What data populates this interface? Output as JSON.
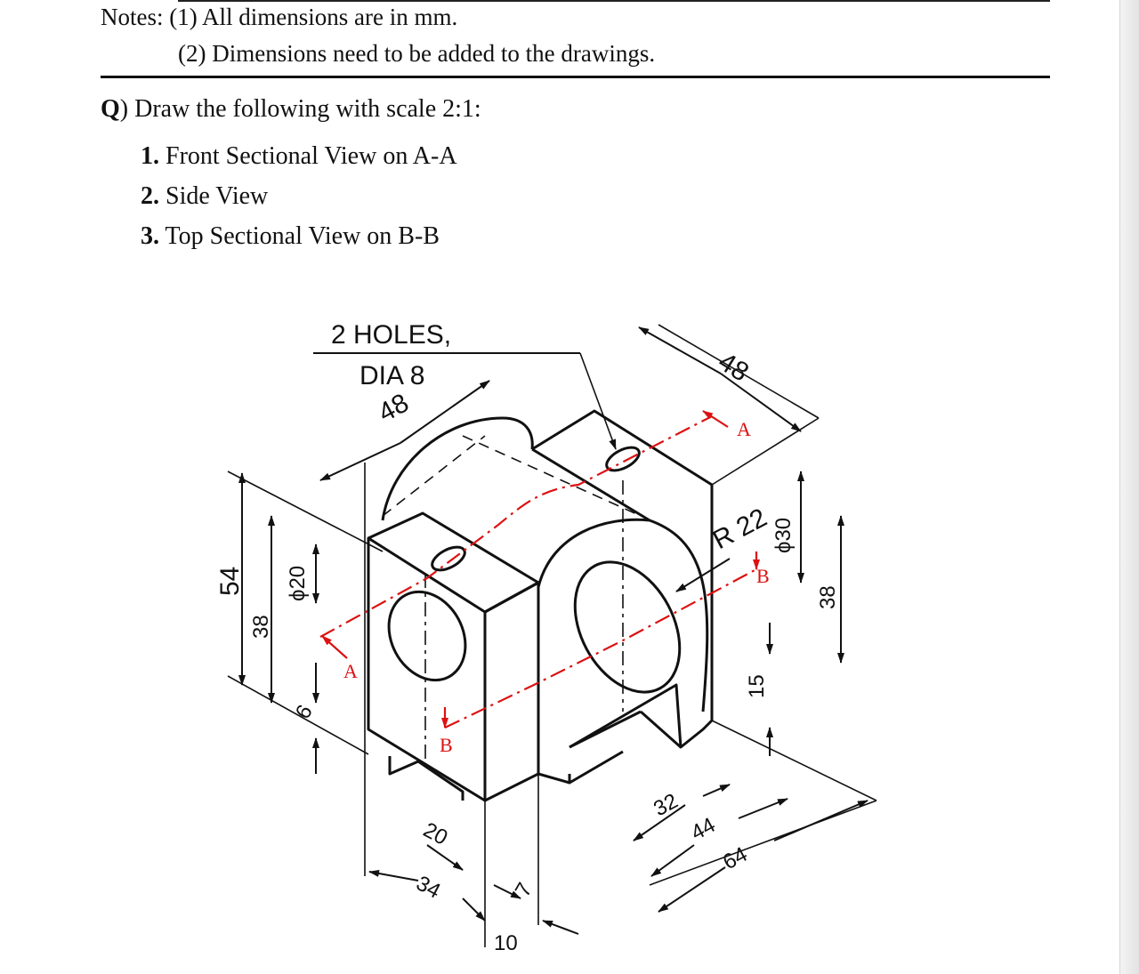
{
  "notes": {
    "line1": "Notes: (1) All dimensions are in mm.",
    "line2": "(2) Dimensions need to be added to the drawings."
  },
  "question": {
    "prefix": "Q",
    "text": ") Draw the following with scale 2:1:"
  },
  "tasks": [
    {
      "num": "1.",
      "label": "Front Sectional View on A-A"
    },
    {
      "num": "2.",
      "label": "Side View"
    },
    {
      "num": "3.",
      "label": "Top Sectional View on B-B"
    }
  ],
  "drawing": {
    "holes_callout_1": "2 HOLES,",
    "holes_callout_2": "DIA 8",
    "dims": {
      "d48_left": "48",
      "d48_right": "48",
      "d54": "54",
      "d38_left": "38",
      "dia20": "ϕ20",
      "d6": "6",
      "r22": "R 22",
      "dia30": "ϕ30",
      "d38_right": "38",
      "d15": "15",
      "d20": "20",
      "d34": "34",
      "d10": "10",
      "d7": "7",
      "d32": "32",
      "d44": "44",
      "d64": "64"
    },
    "section_labels": {
      "a_top": "A",
      "a_left": "A",
      "b_right": "B",
      "b_bottom": "B"
    },
    "colors": {
      "line": "#111111",
      "section": "#dd1111"
    }
  }
}
